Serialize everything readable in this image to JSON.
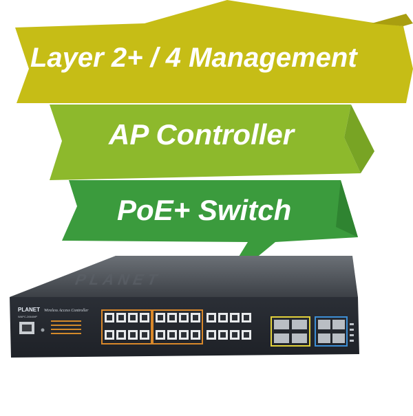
{
  "banners": [
    {
      "text": "Layer 2+ / 4 Management",
      "color": "#c8bc14"
    },
    {
      "text": "AP Controller",
      "color": "#8dba2c"
    },
    {
      "text": "PoE+ Switch",
      "color": "#3a9a3c"
    }
  ],
  "device": {
    "brand": "PLANET",
    "model": "WAPC-2664MP",
    "product_name": "Wireless Access Controller",
    "top_logo": "PLANET",
    "poe_port_highlight": "#d9882a",
    "sfp_highlight_1": "#e3d23c",
    "sfp_highlight_2": "#3d8fd6"
  }
}
